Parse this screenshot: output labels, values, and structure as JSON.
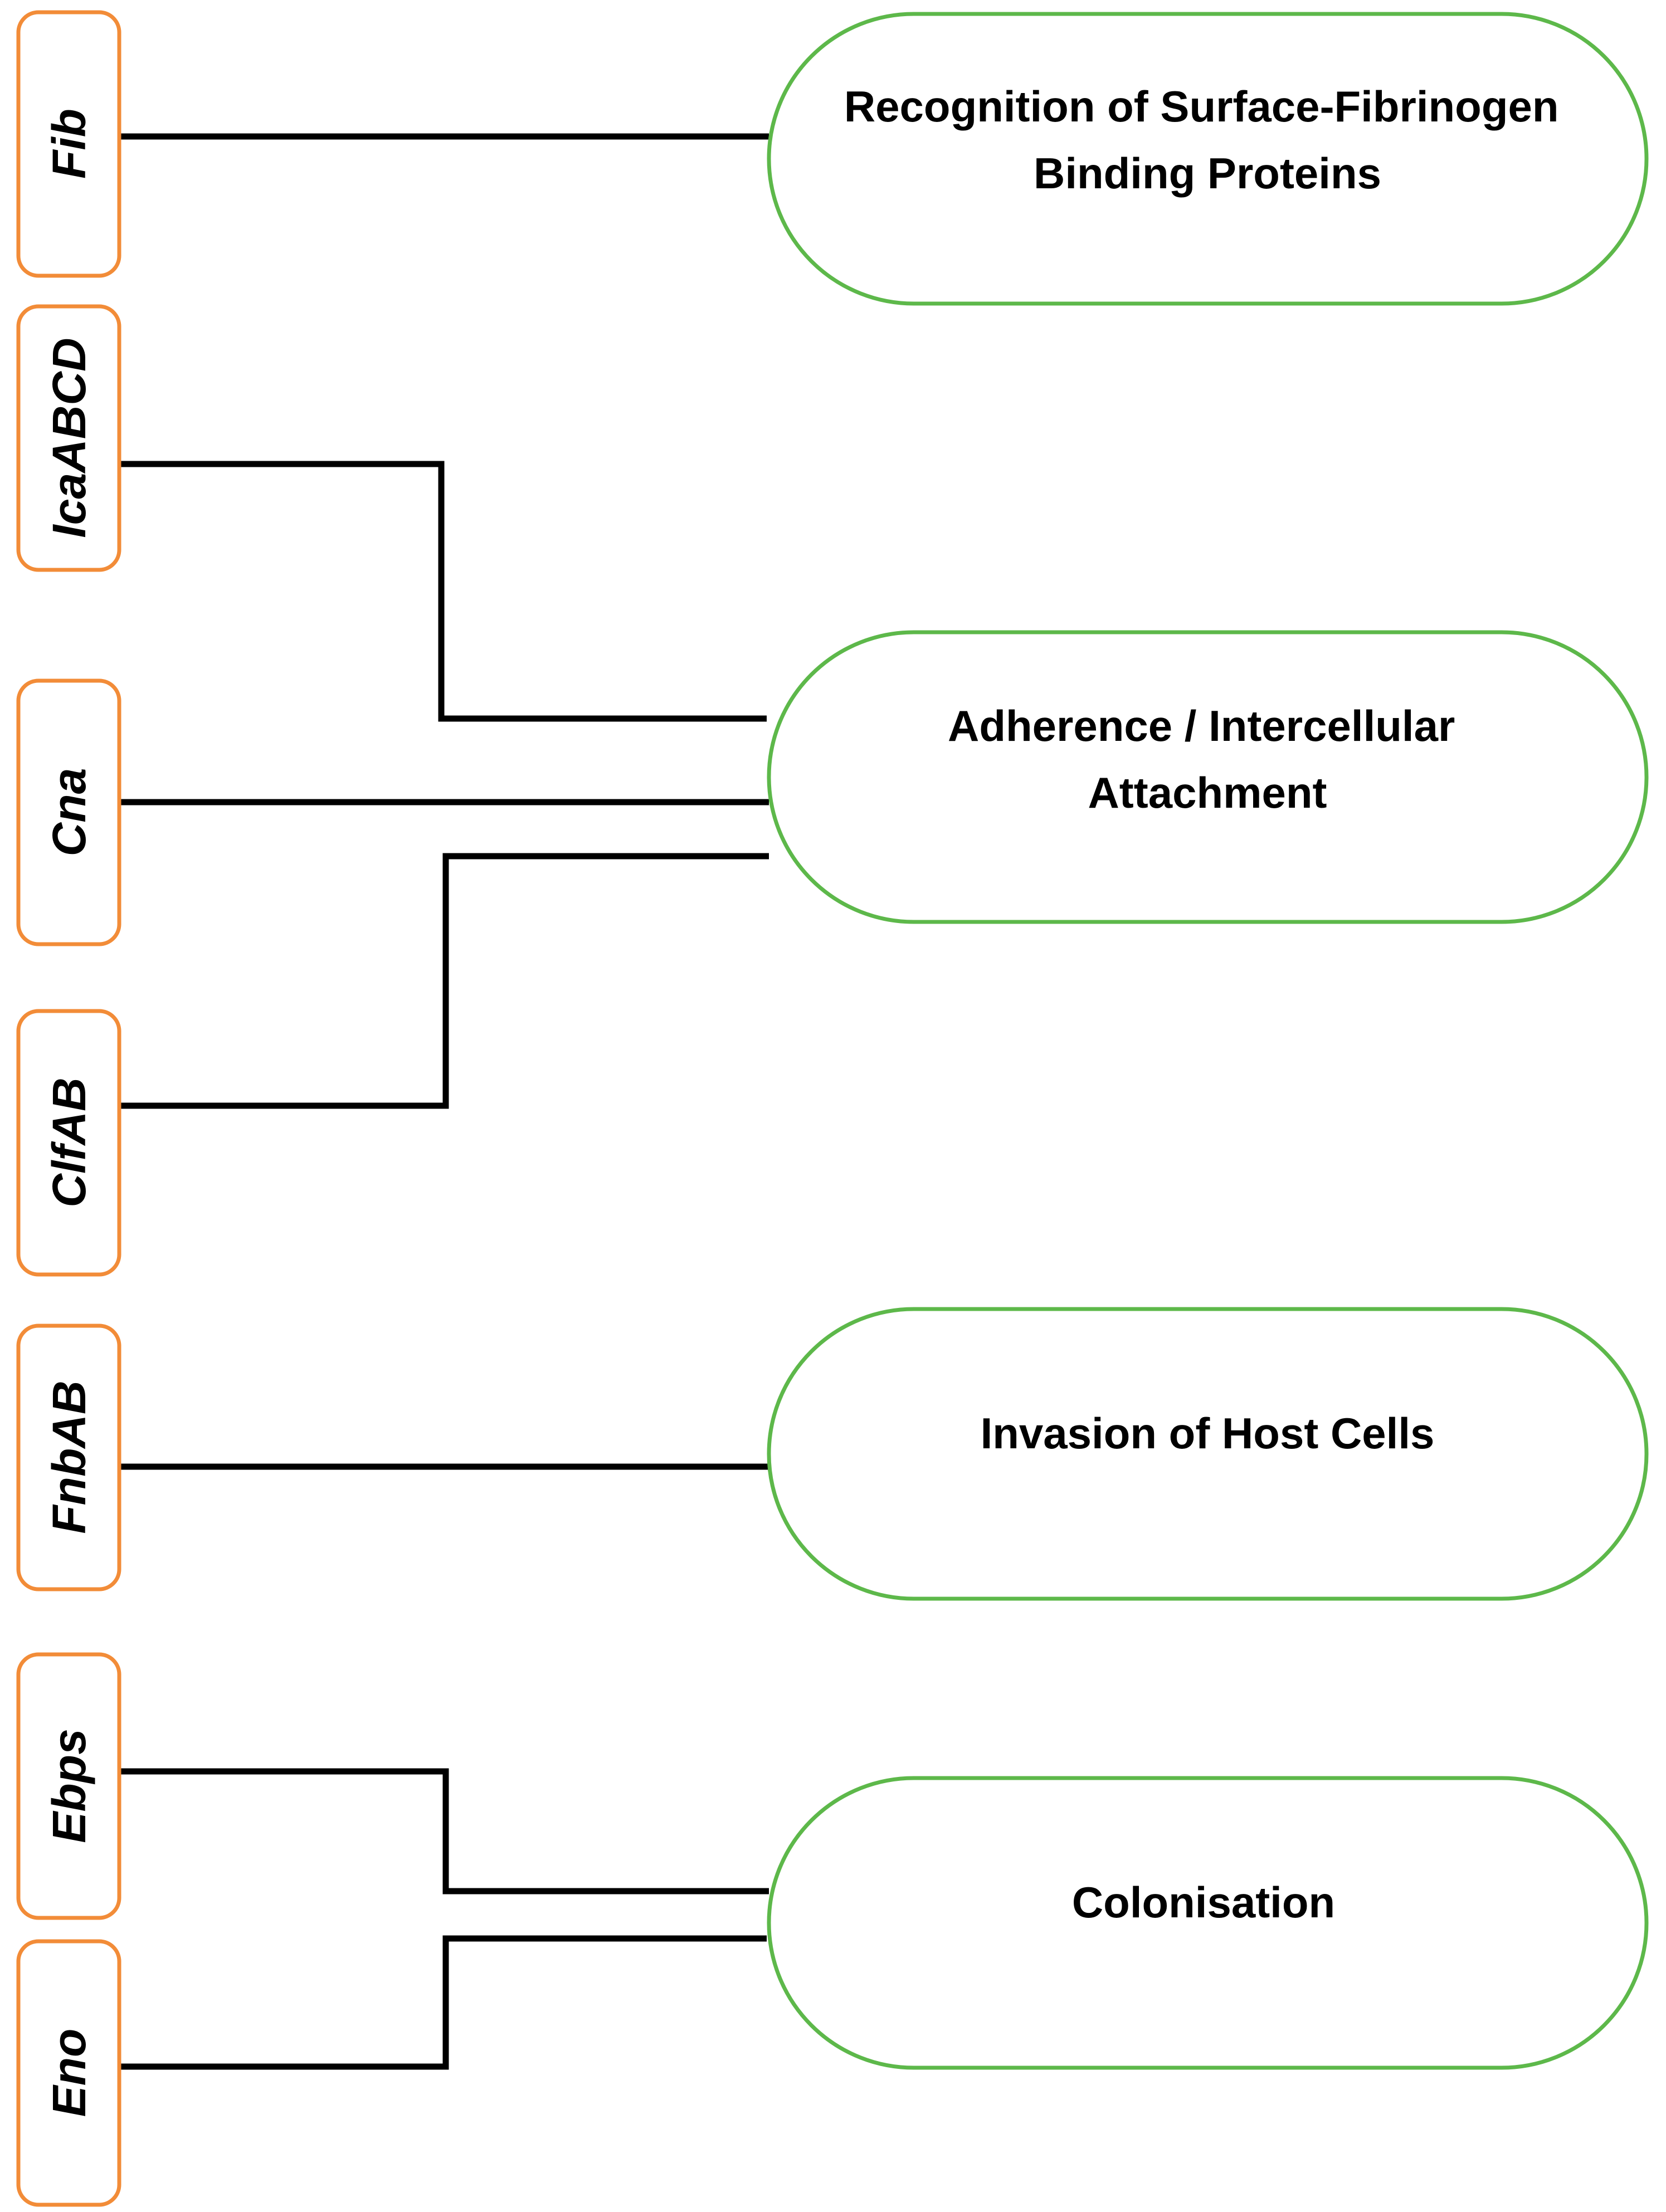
{
  "genes": [
    {
      "id": "fib",
      "label": "Fib"
    },
    {
      "id": "icaabcd",
      "label": "IcaABCD"
    },
    {
      "id": "cna",
      "label": "Cna"
    },
    {
      "id": "clfab",
      "label": "ClfAB"
    },
    {
      "id": "fnbab",
      "label": "FnbAB"
    },
    {
      "id": "ebps",
      "label": "Ebps"
    },
    {
      "id": "eno",
      "label": "Eno"
    }
  ],
  "functions": [
    {
      "id": "recognition",
      "lines": [
        "Recognition of Surface-Fibrinogen",
        "Binding Proteins"
      ]
    },
    {
      "id": "adherence",
      "lines": [
        "Adherence / Intercellular",
        "Attachment"
      ]
    },
    {
      "id": "invasion",
      "lines": [
        "Invasion of Host Cells"
      ]
    },
    {
      "id": "colonisation",
      "lines": [
        "Colonisation"
      ]
    }
  ],
  "colors": {
    "gene_border": "#F28C38",
    "function_border": "#5DB84A",
    "connector": "#000000"
  }
}
